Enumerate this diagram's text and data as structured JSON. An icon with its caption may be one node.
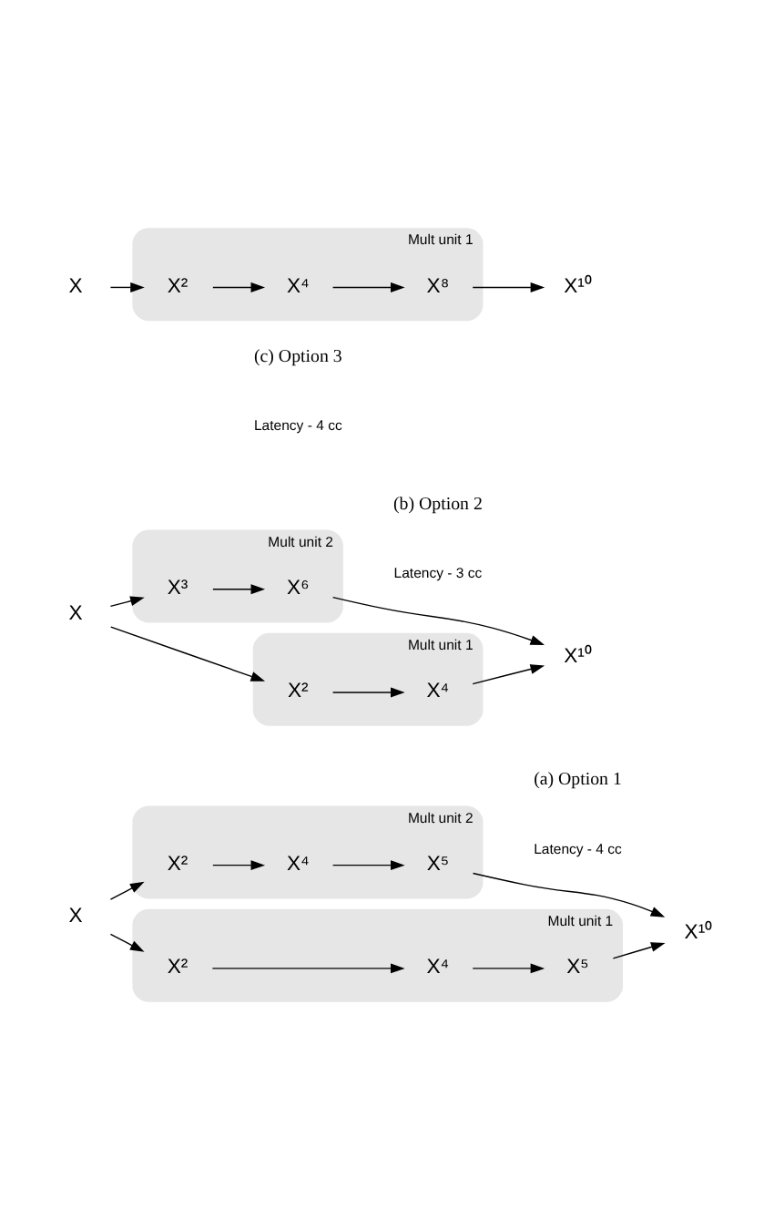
{
  "diagram": {
    "nodes": [
      {
        "text": [
          "X"
        ]
      },
      {
        "text": [
          "Mult unit 1"
        ]
      },
      {
        "text": [
          "X²"
        ],
        "in": 1
      },
      {
        "text": [
          "X⁴"
        ],
        "in": 1
      },
      {
        "text": [
          "X⁵"
        ],
        "in": 1
      },
      {
        "text": [
          "X¹⁰"
        ]
      },
      {
        "text": [
          "Mult unit 2"
        ]
      },
      {
        "text": [
          "X²"
        ],
        "in": 6
      },
      {
        "text": [
          "X⁴"
        ],
        "in": 6
      },
      {
        "text": [
          "X⁵"
        ],
        "in": 6
      },
      {
        "text": [
          "X"
        ]
      },
      {
        "text": [
          "Mult unit 1"
        ]
      },
      {
        "text": [
          "X²"
        ],
        "in": 11
      },
      {
        "text": [
          "X⁴"
        ],
        "in": 11
      },
      {
        "text": [
          "X¹⁰"
        ]
      },
      {
        "text": [
          "Mult unit 2"
        ]
      },
      {
        "text": [
          "X³"
        ],
        "in": 15
      },
      {
        "text": [
          "X⁶"
        ],
        "in": 15
      },
      {
        "text": [
          "X"
        ]
      },
      {
        "text": [
          "Mult unit 1"
        ]
      },
      {
        "text": [
          "X²"
        ],
        "in": 19
      },
      {
        "text": [
          "X⁴"
        ],
        "in": 19
      },
      {
        "text": [
          "X⁸"
        ],
        "in": 19
      },
      {
        "text": [
          "X¹⁰"
        ]
      }
    ],
    "edges": [
      {
        "from": 0,
        "to": 2,
        "arrow": "to"
      },
      {
        "from": 0,
        "to": 7,
        "arrow": "to"
      },
      {
        "from": 2,
        "to": 3,
        "arrow": "to"
      },
      {
        "from": 3,
        "to": 4,
        "arrow": "to"
      },
      {
        "from": 7,
        "to": 8,
        "arrow": "to"
      },
      {
        "from": 8,
        "to": 9,
        "arrow": "to"
      },
      {
        "from": 4,
        "to": 5,
        "arrow": "to"
      },
      {
        "from": 9,
        "to": 5,
        "arrow": "to"
      },
      {
        "from": 10,
        "to": 12,
        "arrow": "to"
      },
      {
        "from": 10,
        "to": 16,
        "arrow": "to"
      },
      {
        "from": 12,
        "to": 13,
        "arrow": "to"
      },
      {
        "from": 16,
        "to": 17,
        "arrow": "to"
      },
      {
        "from": 13,
        "to": 14,
        "arrow": "to"
      },
      {
        "from": 17,
        "to": 14,
        "arrow": "to"
      },
      {
        "from": 18,
        "to": 20,
        "arrow": "to"
      },
      {
        "from": 20,
        "to": 21,
        "arrow": "to"
      },
      {
        "from": 21,
        "to": 22,
        "arrow": "to"
      },
      {
        "from": 22,
        "to": 23,
        "arrow": "to"
      }
    ],
    "labels": [
      "Latency - 4 cc",
      "(a) Option 1",
      "Latency - 3 cc",
      "(b) Option 2",
      "Latency - 4 cc",
      "(c) Option 3"
    ]
  }
}
